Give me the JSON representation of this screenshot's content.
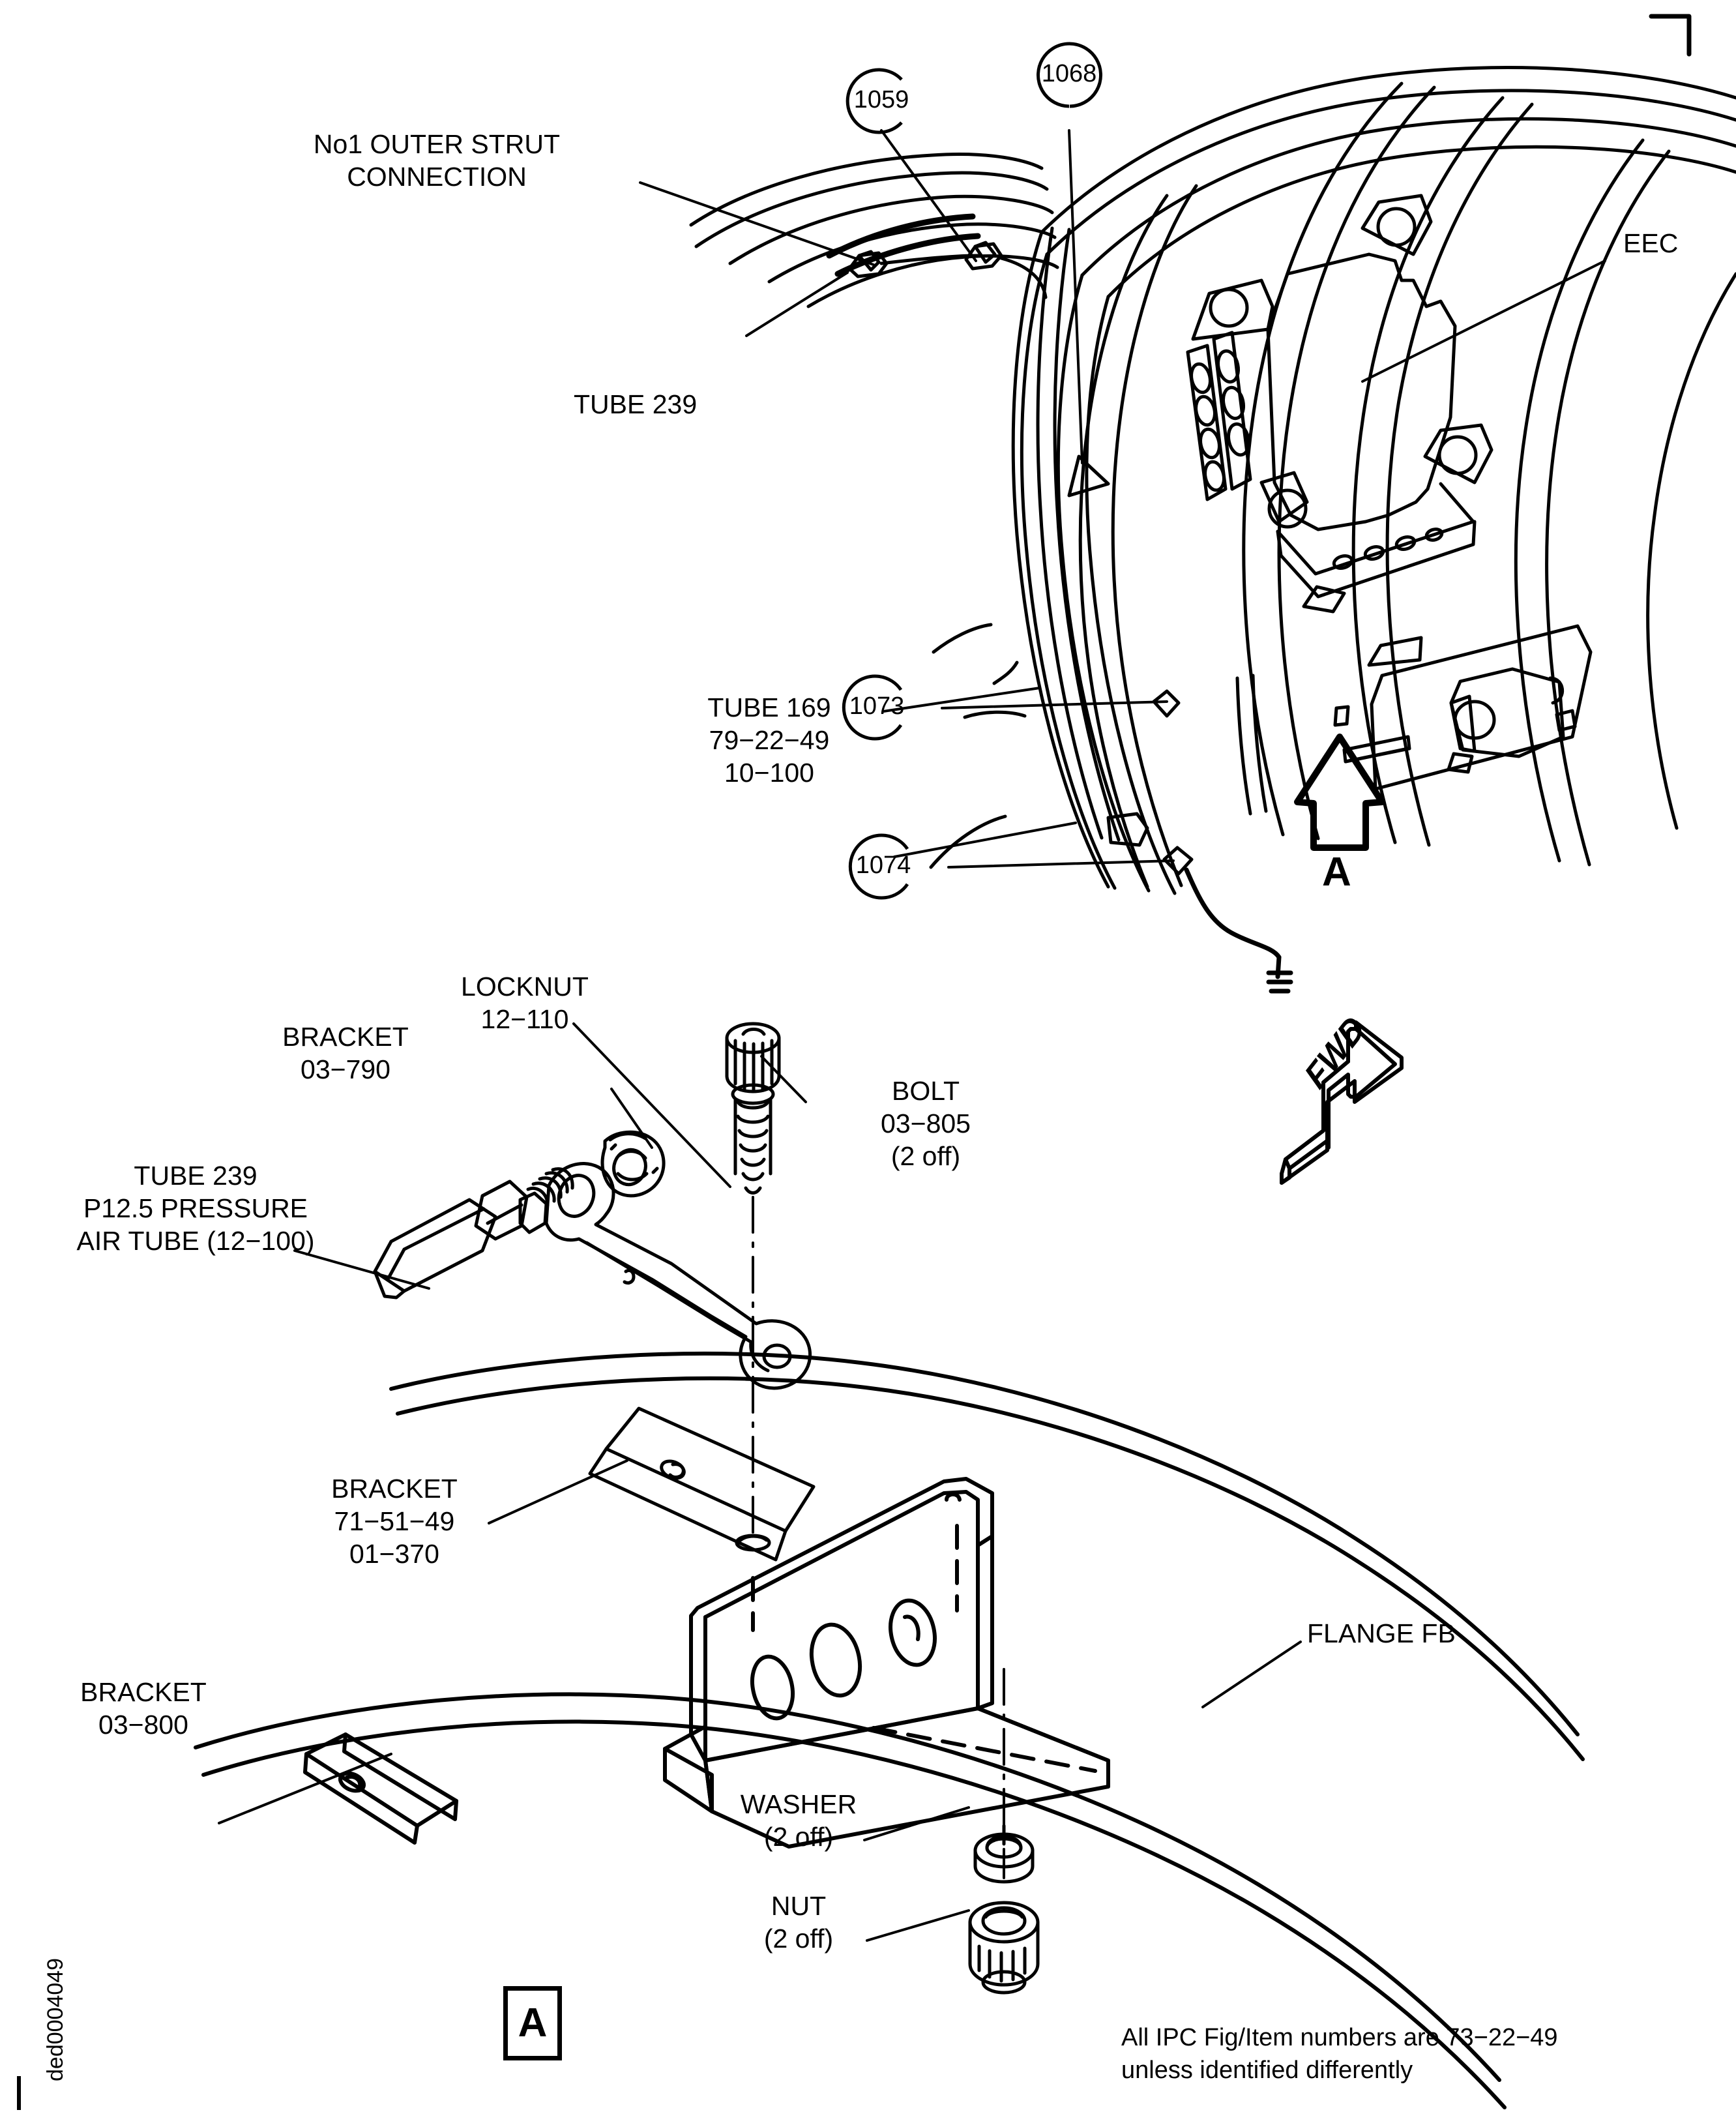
{
  "document": {
    "drawing_id": "ded0004049",
    "corner_mark": "crop-mark-top-right"
  },
  "figure_top": {
    "labels": {
      "strut_connection": "No1 OUTER STRUT\nCONNECTION",
      "tube_239": "TUBE 239",
      "eec": "EEC",
      "tube_169": "TUBE 169\n79−22−49\n10−100"
    },
    "callouts": [
      {
        "id": "1059",
        "number": "1059"
      },
      {
        "id": "1068",
        "number": "1068"
      },
      {
        "id": "1073",
        "number": "1073"
      },
      {
        "id": "1074",
        "number": "1074"
      }
    ],
    "view_arrow": {
      "letter": "A",
      "direction": "up"
    }
  },
  "figure_bottom": {
    "labels": {
      "locknut": "LOCKNUT\n12−110",
      "bracket_03790": "BRACKET\n03−790",
      "tube_239_air": "TUBE 239\nP12.5 PRESSURE\nAIR TUBE (12−100)",
      "bolt": "BOLT\n03−805\n(2 off)",
      "bracket_715149": "BRACKET\n71−51−49\n01−370",
      "bracket_03800": "BRACKET\n03−800",
      "flange_fb": "FLANGE FB",
      "washer": "WASHER\n(2 off)",
      "nut": "NUT\n(2 off)"
    },
    "fwd_arrow": {
      "text": "FWD"
    },
    "section_box": {
      "letter": "A"
    },
    "footer_note": "All IPC Fig/Item numbers are 73−22−49\nunless identified differently"
  },
  "style": {
    "ink": "#000000",
    "paper": "#ffffff"
  }
}
